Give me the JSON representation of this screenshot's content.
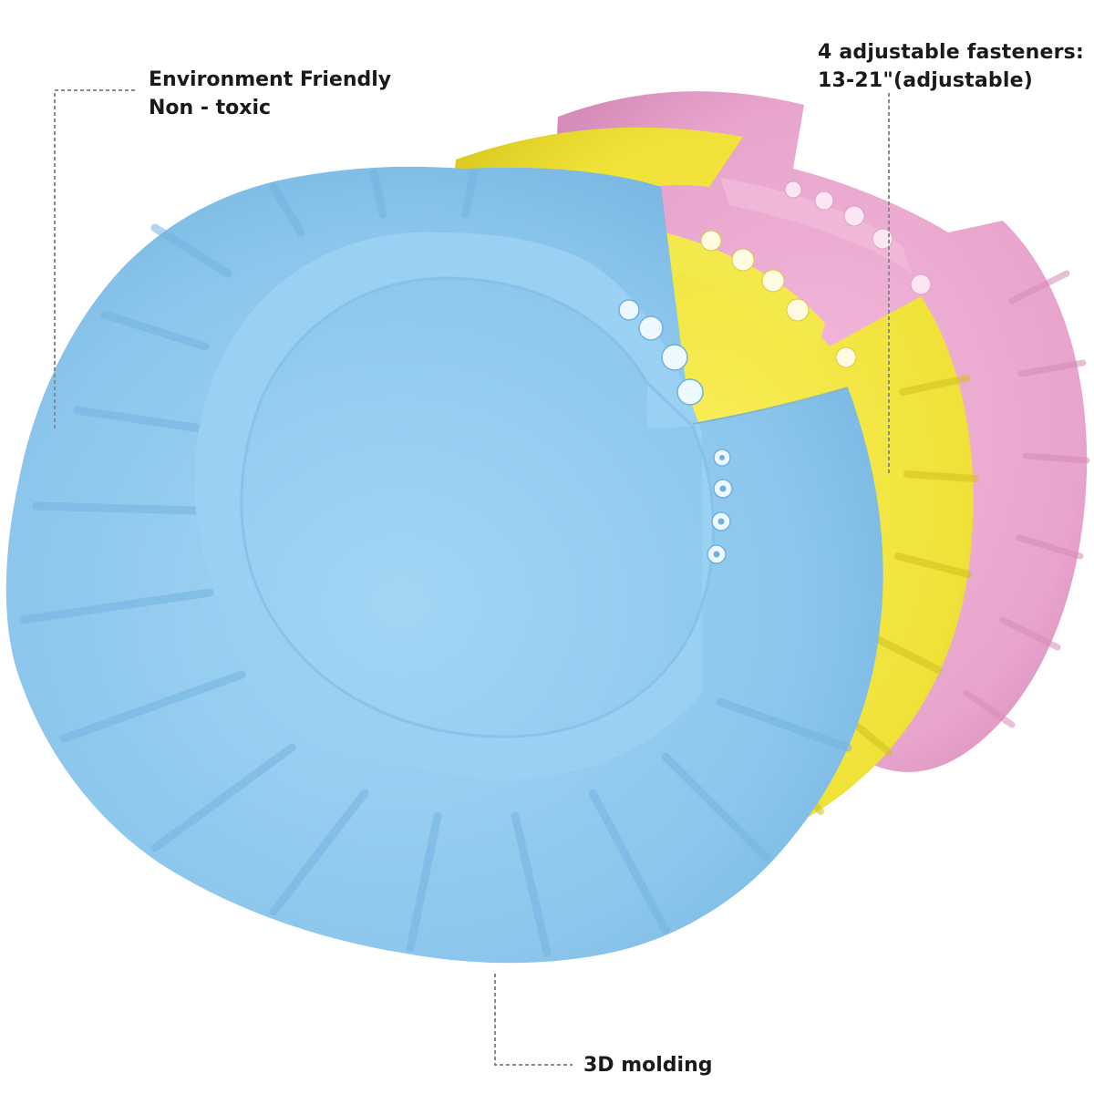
{
  "callouts": {
    "environment": {
      "line1": "Environment Friendly",
      "line2": "Non - toxic"
    },
    "fasteners": {
      "line1": "4 adjustable fasteners:",
      "line2": "13-21\"(adjustable)"
    },
    "molding": {
      "label": "3D molding"
    }
  },
  "products": [
    {
      "name": "pink-shower-cap",
      "color": "#e9a7cf"
    },
    {
      "name": "yellow-shower-cap",
      "color": "#f2e63a"
    },
    {
      "name": "blue-shower-cap",
      "color": "#8ec9ee"
    }
  ],
  "colors": {
    "background": "#ffffff",
    "text": "#1a1a1a",
    "callout_line": "#8a8a8a"
  }
}
